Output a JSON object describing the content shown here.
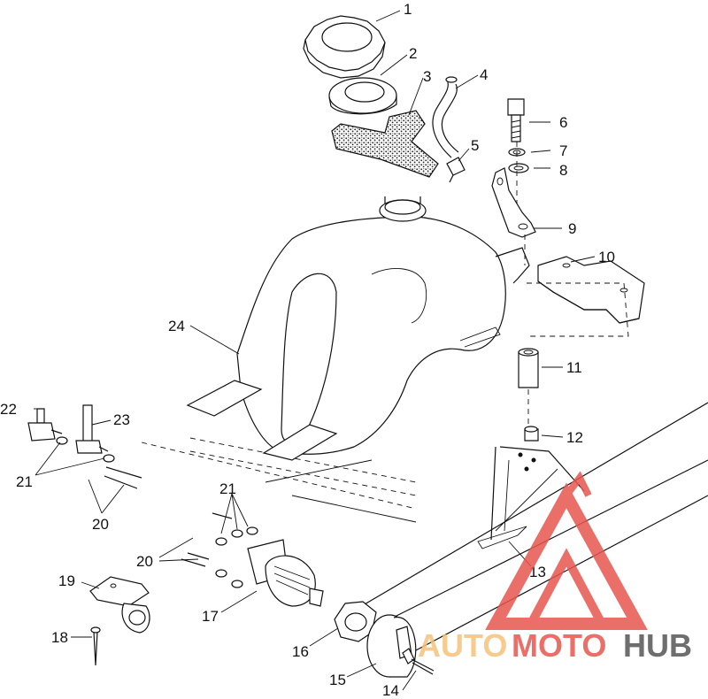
{
  "diagram": {
    "labels": [
      {
        "id": "1",
        "text": "1"
      },
      {
        "id": "2",
        "text": "2"
      },
      {
        "id": "3",
        "text": "3"
      },
      {
        "id": "4",
        "text": "4"
      },
      {
        "id": "5",
        "text": "5"
      },
      {
        "id": "6",
        "text": "6"
      },
      {
        "id": "7",
        "text": "7"
      },
      {
        "id": "8",
        "text": "8"
      },
      {
        "id": "9",
        "text": "9"
      },
      {
        "id": "10",
        "text": "10"
      },
      {
        "id": "11",
        "text": "11"
      },
      {
        "id": "12",
        "text": "12"
      },
      {
        "id": "13",
        "text": "13"
      },
      {
        "id": "14",
        "text": "14"
      },
      {
        "id": "15",
        "text": "15"
      },
      {
        "id": "16",
        "text": "16"
      },
      {
        "id": "17",
        "text": "17"
      },
      {
        "id": "18",
        "text": "18"
      },
      {
        "id": "19",
        "text": "19"
      },
      {
        "id": "20a",
        "text": "20"
      },
      {
        "id": "20b",
        "text": "20"
      },
      {
        "id": "21a",
        "text": "21"
      },
      {
        "id": "21b",
        "text": "21"
      },
      {
        "id": "22",
        "text": "22"
      },
      {
        "id": "23",
        "text": "23"
      },
      {
        "id": "24",
        "text": "24"
      }
    ]
  },
  "watermark": {
    "brand_part1": "AUTO",
    "brand_part2": "MOTO",
    "brand_part3": "HUB",
    "colors": {
      "light": "#f5c27a",
      "accent": "#e8564f",
      "dark": "#555555"
    }
  }
}
